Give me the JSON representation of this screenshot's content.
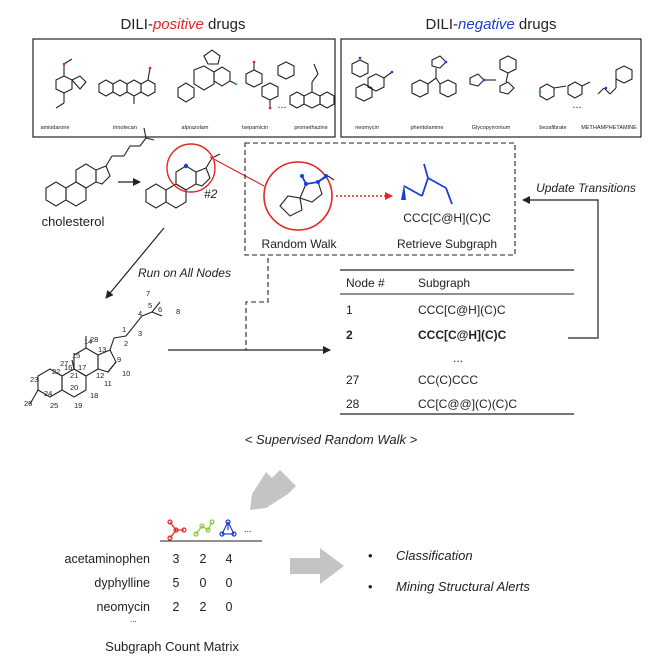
{
  "headers": {
    "positive": {
      "prefix": "DILI-",
      "word": "positive",
      "suffix": " drugs"
    },
    "negative": {
      "prefix": "DILI-",
      "word": "negative",
      "suffix": " drugs"
    }
  },
  "positive_drugs": [
    "amiodarone",
    "irinotecan",
    "alprazolam",
    "Isepamicin",
    "promethazine"
  ],
  "negative_drugs": [
    "neomycin",
    "phentolamine",
    "Glycopyrronium",
    "bezafibrate",
    "METHAMPHETAMINE"
  ],
  "ellipsis": "...",
  "cholesterol_label": "cholesterol",
  "node_marker": "#2",
  "random_walk_label": "Random Walk",
  "retrieve_label": "Retrieve Subgraph",
  "subgraph_smiles": "CCC[C@H](C)C",
  "update_label": "Update Transitions",
  "run_all_label": "Run on All Nodes",
  "atom_numbers": [
    "1",
    "2",
    "3",
    "4",
    "5",
    "6",
    "7",
    "8",
    "9",
    "10",
    "11",
    "12",
    "13",
    "14",
    "15",
    "16",
    "17",
    "18",
    "19",
    "20",
    "21",
    "22",
    "23",
    "24",
    "25",
    "26",
    "27",
    "28"
  ],
  "table": {
    "headers": [
      "Node #",
      "Subgraph"
    ],
    "rows": [
      {
        "node": "1",
        "subgraph": "CCC[C@H](C)C",
        "bold": false
      },
      {
        "node": "2",
        "subgraph": "CCC[C@H](C)C",
        "bold": true
      },
      {
        "node": "27",
        "subgraph": "CC(C)CCC",
        "bold": false
      },
      {
        "node": "28",
        "subgraph": "CC[C@@](C)(C)C",
        "bold": false
      }
    ],
    "gap": "..."
  },
  "caption": "< Supervised Random Walk >",
  "matrix": {
    "rows": [
      {
        "name": "acetaminophen",
        "values": [
          "3",
          "2",
          "4"
        ]
      },
      {
        "name": "dyphylline",
        "values": [
          "5",
          "0",
          "0"
        ]
      },
      {
        "name": "neomycin",
        "values": [
          "2",
          "2",
          "0"
        ]
      }
    ],
    "header_ellipsis": "...",
    "row_ellipsis": "...",
    "caption": "Subgraph Count Matrix"
  },
  "outputs": [
    "Classification",
    "Mining Structural Alerts"
  ],
  "bullet": "•",
  "colors": {
    "red": "#e32626",
    "blue": "#1a3fd6",
    "green": "#8cc63f",
    "gray_arrow": "#bdbdbd",
    "dark": "#222222"
  }
}
